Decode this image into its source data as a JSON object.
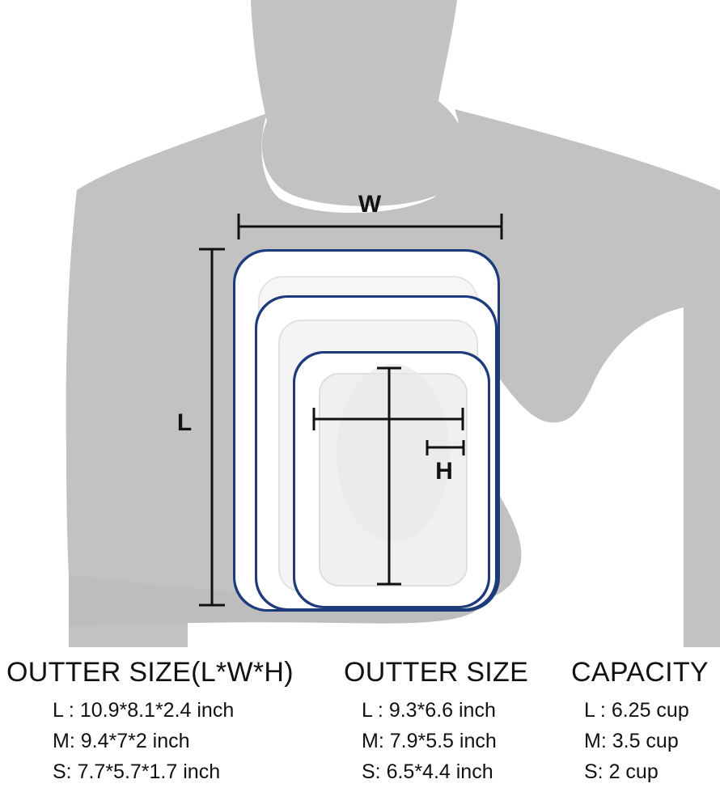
{
  "dimension_labels": {
    "width": "W",
    "length": "L",
    "height": "H"
  },
  "columns": [
    {
      "heading": "OUTTER SIZE(L*W*H)",
      "rows": [
        "L :  10.9*8.1*2.4 inch",
        "M:  9.4*7*2 inch",
        "S:  7.7*5.7*1.7 inch"
      ]
    },
    {
      "heading": "OUTTER SIZE",
      "rows": [
        "L :  9.3*6.6 inch",
        "M:  7.9*5.5 inch",
        "S:  6.5*4.4 inch"
      ]
    },
    {
      "heading": "CAPACITY",
      "rows": [
        "L :  6.25 cup",
        "M: 3.5 cup",
        "S: 2 cup"
      ]
    }
  ],
  "colors": {
    "silhouette": "#c2c2c2",
    "rim": "#1d3a7a",
    "dish": "#ffffff",
    "ink": "#111111"
  }
}
